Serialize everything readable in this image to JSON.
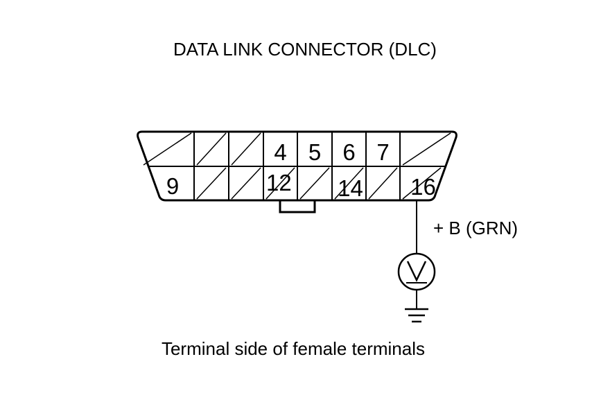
{
  "title": "DATA LINK CONNECTOR (DLC)",
  "caption": "Terminal side of female terminals",
  "wire_label": "+ B (GRN)",
  "meter_symbol": "V",
  "connector": {
    "top_row": [
      {
        "id": "1",
        "label": "",
        "unused": true
      },
      {
        "id": "2",
        "label": "",
        "unused": true
      },
      {
        "id": "3",
        "label": "",
        "unused": true
      },
      {
        "id": "4",
        "label": "4",
        "unused": false
      },
      {
        "id": "5",
        "label": "5",
        "unused": false
      },
      {
        "id": "6",
        "label": "6",
        "unused": false
      },
      {
        "id": "7",
        "label": "7",
        "unused": false
      },
      {
        "id": "8",
        "label": "",
        "unused": true
      }
    ],
    "bottom_row": [
      {
        "id": "9",
        "label": "9",
        "unused": false
      },
      {
        "id": "10",
        "label": "",
        "unused": true
      },
      {
        "id": "11",
        "label": "",
        "unused": true
      },
      {
        "id": "12",
        "label": "12",
        "unused": true
      },
      {
        "id": "13",
        "label": "",
        "unused": true
      },
      {
        "id": "14",
        "label": "14",
        "unused": true
      },
      {
        "id": "15",
        "label": "",
        "unused": true
      },
      {
        "id": "16",
        "label": "16",
        "unused": true
      }
    ]
  },
  "icons": {
    "meter": "voltmeter-icon",
    "ground": "ground-icon"
  }
}
